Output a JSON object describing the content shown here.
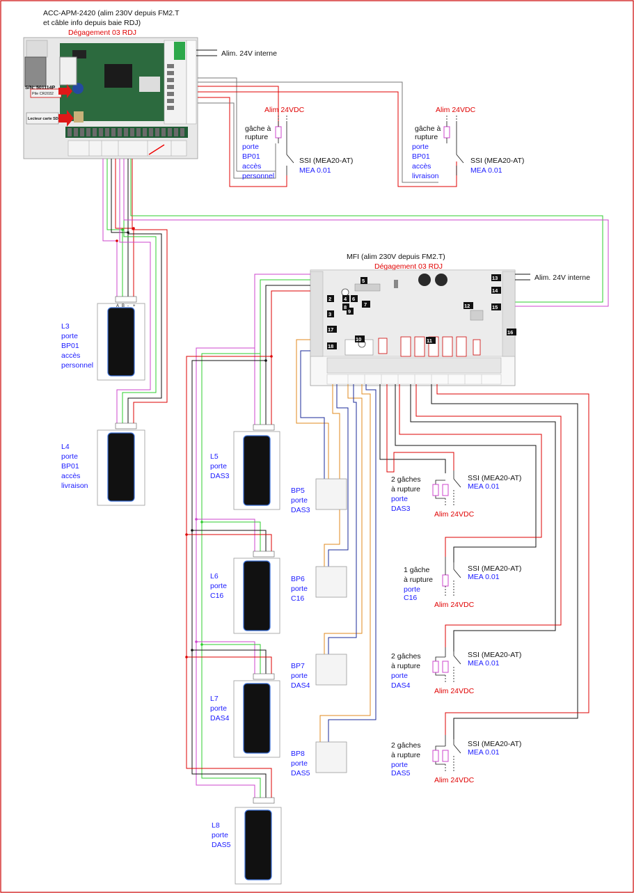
{
  "acc": {
    "title1": "ACC-APM-2420 (alim 230V depuis FM2.T",
    "title2": "et câble info depuis baie RDJ)",
    "degagement": "Dégagement 03 RDJ",
    "alim_interne": "Alim. 24V interne",
    "pile": "Pile CR2032",
    "lecteur_sd": "Lecteur carte SD",
    "sn": "S/N: 501114P"
  },
  "mfi": {
    "title": "MFI (alim 230V depuis FM2.T)",
    "degagement": "Dégagement 03 RDJ",
    "alim_interne": "Alim. 24V interne",
    "numbers": [
      "2",
      "3",
      "4",
      "5",
      "6",
      "7",
      "8",
      "9",
      "10",
      "11",
      "12",
      "13",
      "14",
      "15",
      "16",
      "17",
      "18"
    ]
  },
  "ssi_blocks": [
    {
      "gache": [
        "gâche à",
        "rupture"
      ],
      "porte": [
        "porte",
        "BP01",
        "accès",
        "personnel"
      ],
      "alim": "Alim 24VDC",
      "ssi": "SSI (MEA20-AT)",
      "mea": "MEA 0.01"
    },
    {
      "gache": [
        "gâche à",
        "rupture"
      ],
      "porte": [
        "porte",
        "BP01",
        "accès",
        "livraison"
      ],
      "alim": "Alim 24VDC",
      "ssi": "SSI (MEA20-AT)",
      "mea": "MEA 0.01"
    }
  ],
  "right_blocks": [
    {
      "gache": [
        "2 gâches",
        "à rupture"
      ],
      "porte": [
        "porte",
        "DAS3"
      ],
      "alim": "Alim 24VDC",
      "ssi": "SSI (MEA20-AT)",
      "mea": "MEA 0.01"
    },
    {
      "gache": [
        "1 gâche",
        "à rupture"
      ],
      "porte": [
        "porte",
        "C16"
      ],
      "alim": "Alim 24VDC",
      "ssi": "SSI (MEA20-AT)",
      "mea": "MEA 0.01"
    },
    {
      "gache": [
        "2 gâches",
        "à rupture"
      ],
      "porte": [
        "porte",
        "DAS4"
      ],
      "alim": "Alim 24VDC",
      "ssi": "SSI (MEA20-AT)",
      "mea": "MEA 0.01"
    },
    {
      "gache": [
        "2 gâches",
        "à rupture"
      ],
      "porte": [
        "porte",
        "DAS5"
      ],
      "alim": "Alim 24VDC",
      "ssi": "SSI (MEA20-AT)",
      "mea": "MEA 0.01"
    }
  ],
  "readers": [
    {
      "id": "L3",
      "lines": [
        "L3",
        "porte",
        "BP01",
        "accès",
        "personnel"
      ]
    },
    {
      "id": "L4",
      "lines": [
        "L4",
        "porte",
        "BP01",
        "accès",
        "livraison"
      ]
    },
    {
      "id": "L5",
      "lines": [
        "L5",
        "porte",
        "DAS3"
      ]
    },
    {
      "id": "L6",
      "lines": [
        "L6",
        "porte",
        "C16"
      ]
    },
    {
      "id": "L7",
      "lines": [
        "L7",
        "porte",
        "DAS4"
      ]
    },
    {
      "id": "L8",
      "lines": [
        "L8",
        "porte",
        "DAS5"
      ]
    }
  ],
  "reader_terminal_labels": [
    "A",
    "B",
    "-",
    "+"
  ],
  "buttons": [
    {
      "id": "BP5",
      "lines": [
        "BP5",
        "porte",
        "DAS3"
      ]
    },
    {
      "id": "BP6",
      "lines": [
        "BP6",
        "porte",
        "C16"
      ]
    },
    {
      "id": "BP7",
      "lines": [
        "BP7",
        "porte",
        "DAS4"
      ]
    },
    {
      "id": "BP8",
      "lines": [
        "BP8",
        "porte",
        "DAS5"
      ]
    }
  ],
  "colors": {
    "border": "#cc0000",
    "red": "#e00000",
    "blue_text": "#1a1aff",
    "wire_green": "#2ecc2e",
    "wire_purple": "#cc44cc",
    "wire_black": "#111111",
    "wire_red": "#dd0000",
    "wire_gray": "#777777",
    "wire_orange": "#e08a1e",
    "wire_navy": "#1a2a99"
  }
}
